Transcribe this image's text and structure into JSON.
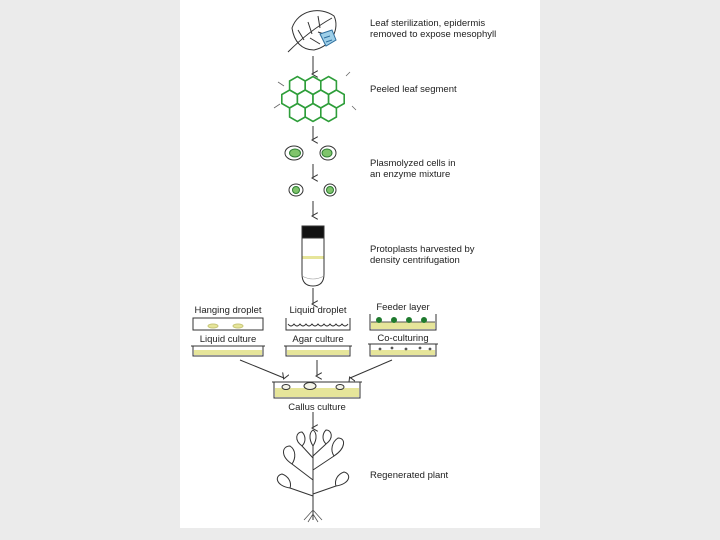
{
  "steps": {
    "leaf_sterilization": [
      "Leaf sterilization, epidermis",
      "removed to expose mesophyll"
    ],
    "peeled_leaf": "Peeled leaf segment",
    "plasmolyzed": [
      "Plasmolyzed cells in",
      "an enzyme mixture"
    ],
    "protoplasts": [
      "Protoplasts harvested by",
      "density centrifugation"
    ],
    "hanging_droplet": "Hanging droplet",
    "liquid_culture": "Liquid culture",
    "liquid_droplet": "Liquid droplet",
    "agar_culture": "Agar culture",
    "feeder_layer": "Feeder layer",
    "co_culturing": "Co-culturing",
    "callus_culture": "Callus culture",
    "regenerated_plant": "Regenerated plant"
  },
  "colors": {
    "leaf_green": "#2e9e3a",
    "medium_yellow": "#e6e59a",
    "feeder_green": "#1f7a2e",
    "line": "#333333"
  }
}
